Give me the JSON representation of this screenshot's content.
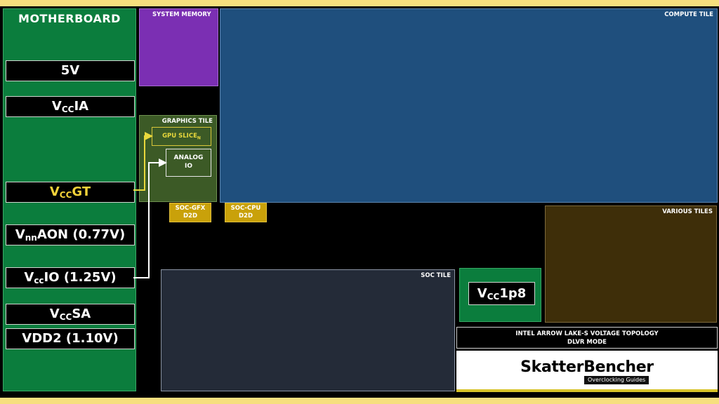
{
  "motherboard": {
    "title": "MOTHERBOARD",
    "rails": [
      {
        "main": "5V",
        "sub": "",
        "rest": ""
      },
      {
        "main": "V",
        "sub": "CC",
        "rest": "IA"
      },
      {
        "main": "V",
        "sub": "CC",
        "rest": "GT"
      },
      {
        "main": "V",
        "sub": "nn",
        "rest": "AON (0.77V)"
      },
      {
        "main": "V",
        "sub": "cc",
        "rest": "IO (1.25V)"
      },
      {
        "main": "V",
        "sub": "CC",
        "rest": "SA"
      },
      {
        "main": "VDD2 (1.10V)",
        "sub": "",
        "rest": ""
      }
    ]
  },
  "tiles": {
    "system_memory": "SYSTEM MEMORY",
    "compute": "COMPUTE TILE",
    "graphics": "GRAPHICS TILE",
    "gpu_slice": {
      "main": "GPU SLICE",
      "sub": "N"
    },
    "analog_io": {
      "line1": "ANALOG",
      "line2": "IO"
    },
    "soc_gfx_d2d": {
      "line1": "SOC-GFX",
      "line2": "D2D"
    },
    "soc_cpu_d2d": {
      "line1": "SOC-CPU",
      "line2": "D2D"
    },
    "various": "VARIOUS TILES",
    "soc": "SOC TILE",
    "vcc1p8": {
      "main": "V",
      "sub": "CC",
      "rest": "1p8"
    }
  },
  "topology": {
    "line1": "INTEL ARROW LAKE-S VOLTAGE TOPOLOGY",
    "line2": "DLVR MODE"
  },
  "brand": {
    "name": "SkatterBencher",
    "tagline": "Overclocking Guides"
  },
  "colors": {
    "page_border": "#f6df7e",
    "motherboard": "#0b7d3d",
    "compute": "#1f4f7d",
    "system_memory": "#7b2fb3",
    "graphics": "#3c5a26",
    "d2d": "#c9a10a",
    "various": "#3e2e09",
    "soc": "#242b38",
    "vccgt_path": "#e9d83c",
    "vccio_path": "#ffffff"
  }
}
